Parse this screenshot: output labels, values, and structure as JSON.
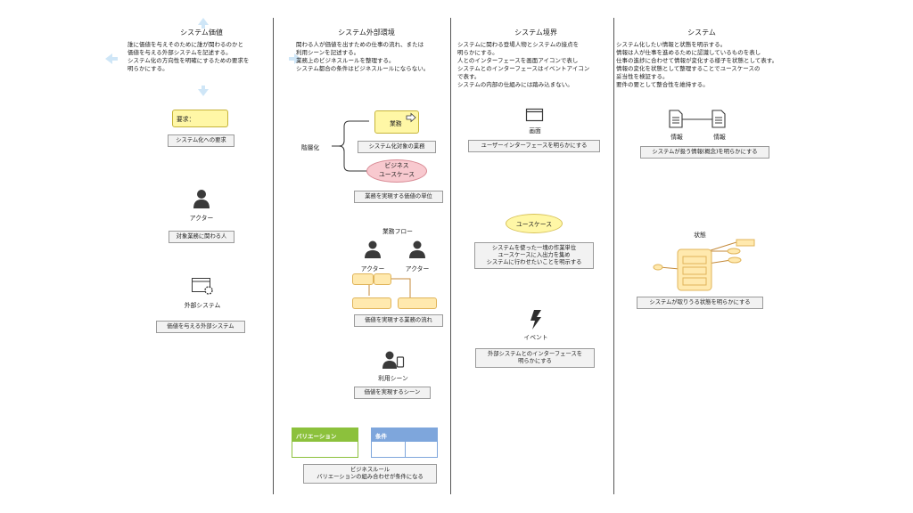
{
  "columns": {
    "value": {
      "title": "システム価値",
      "description": "誰に価値を与えそのために誰が関わるのかと\n価値を与える外部システムを記述する。\nシステム化の方向性を明確にするための要求を\n明らかにする。",
      "requirement_box": "要求：",
      "requirement_note": "システム化への要求",
      "actor_label": "アクター",
      "actor_note": "対象業務に関わる人",
      "external_label": "外部システム",
      "external_note": "価値を与える外部システム"
    },
    "environment": {
      "title": "システム外部環境",
      "description": "関わる人が価値を出すための仕事の流れ、または\n利用シーンを記述する。\n業務上のビジネスルールを整理する。\nシステム都合の条件はビジネスルールにならない。",
      "layering_label": "階層化",
      "business_box": "業務",
      "business_note": "システム化対象の業務",
      "business_usecase": "ビジネス\nユースケース",
      "usecase_note": "業務を実現する価値の単位",
      "flow_label": "業務フロー",
      "actor1": "アクター",
      "actor2": "アクター",
      "flow_note": "価値を実現する業務の流れ",
      "scene_label": "利用シーン",
      "scene_note": "価値を実現するシーン",
      "variation_header": "バリエーション",
      "condition_header": "条件",
      "rule_note": "ビジネスルール\nバリエーションの組み合わせが条件になる"
    },
    "boundary": {
      "title": "システム境界",
      "description": "システムに関わる登場人物とシステムの接点を\n明らかにする。\n人とのインターフェースを画面アイコンで表し\nシステムとのインターフェースはイベントアイコン\nで表す。\nシステムの内部の仕組みには踏み込まない。",
      "screen_label": "画面",
      "screen_note": "ユーザーインターフェースを明らかにする",
      "usecase_box": "ユースケース",
      "usecase_note": "システムを使った一塊の作業単位\nユースケースに入出力を集め\nシステムに行わせたいことを明示する",
      "event_label": "イベント",
      "event_note": "外部システムとのインターフェースを\n明らかにする"
    },
    "system": {
      "title": "システム",
      "description": "システム化したい情報と状態を明示する。\n情報は人が仕事を進めるために認識しているものを表し\n仕事の進捗に合わせて情報が変化する様子を状態として表す。\n情報の変化を状態として整理することでユースケースの\n妥当性を検証する。\n要件の要として整合性を維持する。",
      "info1": "情報",
      "info2": "情報",
      "info_note": "システムが扱う情報(概念)を明らかにする",
      "state_label": "状態",
      "state_note": "システムが取りうる状態を明らかにする"
    }
  },
  "colors": {
    "orange_fill": "#ffe9ae",
    "yellow_fill": "#fff7a6",
    "pink_fill": "#f8c9cf",
    "green_header": "#8cc13c",
    "blue_header": "#7ea6dc",
    "icon_dark": "#3a3a3a"
  }
}
